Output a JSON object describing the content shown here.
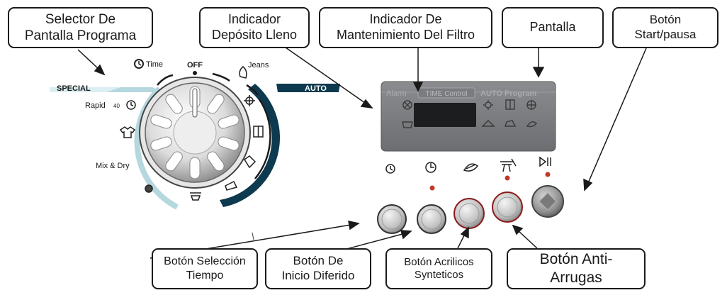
{
  "callouts": {
    "selector_programa": "Selector De\nPantalla Programa",
    "indicador_deposito": "Indicador\nDepósito Lleno",
    "indicador_filtro": "Indicador De\nMantenimiento Del Filtro",
    "pantalla": "Pantalla",
    "boton_start": "Botón\nStart/pausa",
    "boton_tiempo": "Botón Selección\nTiempo",
    "boton_diferido": "Botón De\nInicio Diferido",
    "boton_acrilicos": "Botón Acrilicos\nSynteticos",
    "boton_antiarrugas": "Botón Anti-\nArrugas"
  },
  "dial": {
    "off_label": "OFF",
    "time_label": "Time",
    "jeans_label": "Jeans",
    "special_label": "SPECIAL",
    "auto_label": "AUTO",
    "rapid_label": "Rapid",
    "rapid_number": "40",
    "mixdry_label": "Mix & Dry"
  },
  "panel": {
    "alarm_label": "Alarm",
    "time_control_label": "TIME Control",
    "auto_program_label": "AUTO Program"
  },
  "icons": [
    "clock-icon",
    "delay-timer-icon",
    "feather-icon",
    "anti-crease-icon",
    "play-pause-icon",
    "shirt-icon",
    "cabinet-icon",
    "iron-icon",
    "fan-icon",
    "filter-icon",
    "tank-icon"
  ],
  "colors": {
    "auto_band": "#0d3a4f",
    "special_band": "#b5d7de",
    "panel_bg": "#7a7c7f",
    "led": "#c0392b"
  }
}
